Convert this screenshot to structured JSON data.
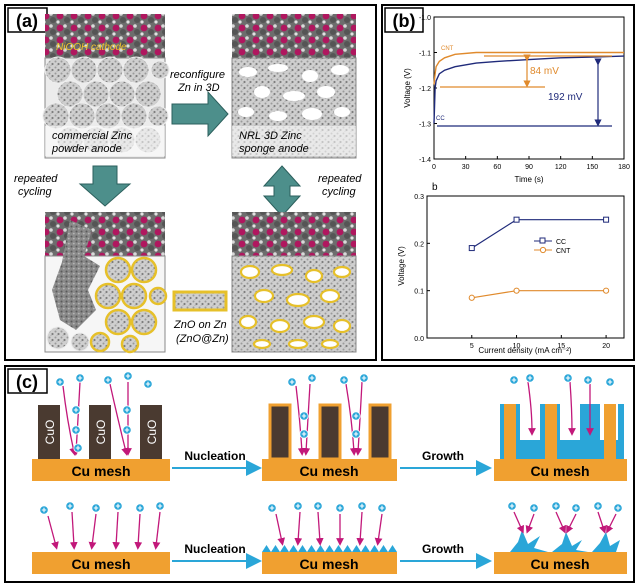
{
  "panel_a": {
    "label": "(a)",
    "cathode_label": "NiOOH cathode",
    "commercial_label_1": "commercial Zinc",
    "commercial_label_2": "powder anode",
    "nrl_label_1": "NRL 3D Zinc",
    "nrl_label_2": "sponge anode",
    "reconfigure_1": "reconfigure",
    "reconfigure_2": "Zn in 3D",
    "cycling_left_1": "repeated",
    "cycling_left_2": "cycling",
    "cycling_right_1": "repeated",
    "cycling_right_2": "cycling",
    "zno_1": "ZnO on Zn",
    "zno_2": "(ZnO@Zn)"
  },
  "panel_b": {
    "label": "(b)",
    "top_chart": {
      "xlabel": "Time (s)",
      "ylabel": "Voltage (V)",
      "xticks": [
        "0",
        "30",
        "60",
        "90",
        "120",
        "150",
        "180"
      ],
      "yticks": [
        "-1.0",
        "-1.1",
        "-1.2",
        "-1.3",
        "-1.4"
      ],
      "cnt_label": "CNT",
      "cc_label": "CC",
      "delta_cnt": "84 mV",
      "delta_cc": "192 mV"
    },
    "bottom_chart": {
      "sublabel": "b",
      "xlabel": "Current density (mA cm⁻²)",
      "ylabel": "Voltage (V)",
      "xticks": [
        "5",
        "10",
        "15",
        "20"
      ],
      "yticks": [
        "0.3",
        "0.2",
        "0.1",
        "0.0"
      ],
      "legend_cc": "CC",
      "legend_cnt": "CNT"
    }
  },
  "chart_data": [
    {
      "type": "line",
      "xlim": [
        0,
        180
      ],
      "ylim": [
        -1.4,
        -1.0
      ],
      "series": [
        {
          "name": "CNT",
          "color": "#e08a2c",
          "x": [
            0,
            1,
            2,
            5,
            10,
            20,
            40,
            60,
            90,
            120,
            150,
            180
          ],
          "y": [
            -1.19,
            -1.16,
            -1.14,
            -1.125,
            -1.115,
            -1.105,
            -1.1,
            -1.1,
            -1.1,
            -1.1,
            -1.1,
            -1.1
          ]
        },
        {
          "name": "CC",
          "color": "#1f2a7a",
          "x": [
            0,
            1,
            2,
            5,
            10,
            20,
            40,
            60,
            90,
            120,
            150,
            180
          ],
          "y": [
            -1.3,
            -1.2,
            -1.18,
            -1.16,
            -1.15,
            -1.14,
            -1.13,
            -1.125,
            -1.12,
            -1.115,
            -1.113,
            -1.11
          ]
        }
      ]
    },
    {
      "type": "line",
      "x": [
        5,
        10,
        20
      ],
      "xlim": [
        0,
        22
      ],
      "ylim": [
        0.0,
        0.3
      ],
      "series": [
        {
          "name": "CC",
          "color": "#1f2a7a",
          "values": [
            0.19,
            0.25,
            0.25
          ]
        },
        {
          "name": "CNT",
          "color": "#e08a2c",
          "values": [
            0.085,
            0.1,
            0.1
          ]
        }
      ]
    }
  ],
  "panel_c": {
    "label": "(c)",
    "cuo": "CuO",
    "cu_mesh": "Cu mesh",
    "nucleation": "Nucleation",
    "growth": "Growth"
  },
  "colors": {
    "orange": "#f0a030",
    "blue": "#2aa6d8",
    "magenta": "#c2187a",
    "navy": "#1f2a7a",
    "cnt": "#e08a2c"
  }
}
